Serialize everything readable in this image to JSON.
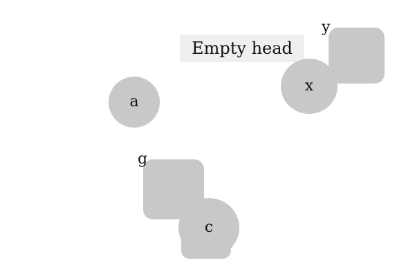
{
  "colors": {
    "node_fill": "#c8c8c8",
    "head_box_fill": "#efefef",
    "text": "#111111",
    "background": "#ffffff"
  },
  "heading": {
    "text": "Empty head"
  },
  "nodes": {
    "a": {
      "label": "a",
      "shape": "circle"
    },
    "x": {
      "label": "x",
      "shape": "circle"
    },
    "c": {
      "label": "c",
      "shape": "circle"
    }
  },
  "square_labels": {
    "y": "y",
    "g": "g"
  }
}
